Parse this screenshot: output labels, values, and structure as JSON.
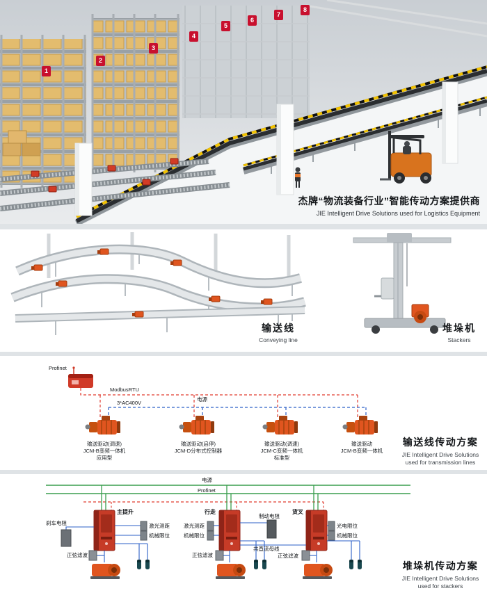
{
  "hero": {
    "title_zh": "杰牌“物流装备行业”智能传动方案提供商",
    "title_en": "JIE Intelligent Drive Solutions used for Logistics Equipment",
    "rack_numbers": [
      "1",
      "2",
      "3",
      "4",
      "5",
      "6",
      "7",
      "8"
    ]
  },
  "equipment": {
    "conveyor_zh": "输送线",
    "conveyor_en": "Conveying line",
    "stacker_zh": "堆垛机",
    "stacker_en": "Stackers"
  },
  "conveyor_scheme": {
    "profinet_label": "Profinet",
    "modbus_label": "ModbusRTU",
    "power_label": "电源",
    "ac_label": "3*AC400V",
    "devices": [
      {
        "l1": "输送驱动(调速)",
        "l2": "JCM-B变频一体机",
        "l3": "应用型"
      },
      {
        "l1": "输送驱动(启停)",
        "l2": "JCM-D分布式控制器",
        "l3": ""
      },
      {
        "l1": "输送驱动(调速)",
        "l2": "JCM-C变频一体机",
        "l3": "标准型"
      },
      {
        "l1": "输送驱动",
        "l2": "JCM-B变频一体机",
        "l3": ""
      }
    ],
    "title_zh": "输送线传动方案",
    "title_en_line1": "JIE Intelligent Drive Solutions",
    "title_en_line2": "used for transmission lines"
  },
  "stacker_scheme": {
    "power_label": "电源",
    "profinet_label": "Profinet",
    "axis_hoist": "主提升",
    "axis_travel": "行走",
    "axis_fork": "货叉",
    "brake_resistor": "刹车电阻",
    "braking_resistor": "制动电阻",
    "dc_bus": "共直流母线",
    "laser_1": "激光测距",
    "limit_1": "机械限位",
    "filter_1": "正弦滤波",
    "laser_2": "激光测距",
    "limit_2": "机械限位",
    "filter_2": "正弦滤波",
    "photo_3": "光电限位",
    "limit_3": "机械限位",
    "filter_3": "正弦滤波",
    "title_zh": "堆垛机传动方案",
    "title_en_line1": "JIE Intelligent Drive Solutions",
    "title_en_line2": "used for stackers"
  }
}
